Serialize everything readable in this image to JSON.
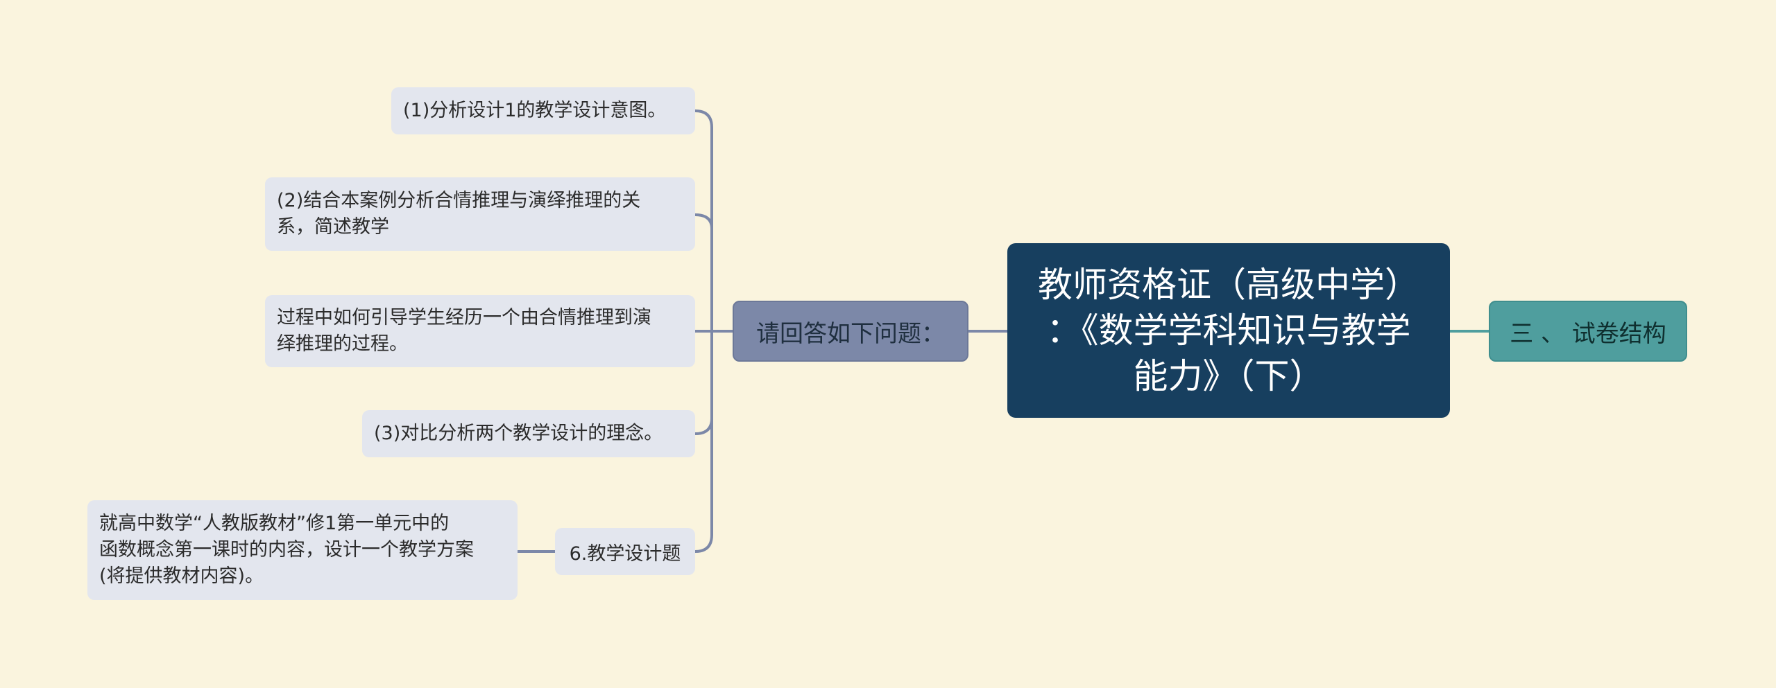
{
  "colors": {
    "background": "#faf4de",
    "root": "#173f5f",
    "branch_left": "#7c88a8",
    "branch_right": "#4f9e9e",
    "leaf": "#e3e6ee",
    "line_left": "#7c88a8",
    "line_right": "#4f9e9e"
  },
  "root": {
    "lines": [
      "教师资格证（高级中学）",
      "：《数学学科知识与教学",
      "能力》（下）"
    ]
  },
  "branch_right": {
    "label": "三 、 试卷结构"
  },
  "branch_left": {
    "label": "请回答如下问题：",
    "children": [
      {
        "lines": [
          "(1)分析设计1的教学设计意图。"
        ]
      },
      {
        "lines": [
          "(2)结合本案例分析合情推理与演绎推理的关",
          "系，简述教学"
        ]
      },
      {
        "lines": [
          "过程中如何引导学生经历一个由合情推理到演",
          "绎推理的过程。"
        ]
      },
      {
        "lines": [
          "(3)对比分析两个教学设计的理念。"
        ]
      },
      {
        "label": "6.教学设计题",
        "children": [
          {
            "lines": [
              "就高中数学“人教版教材”修1第一单元中的",
              "函数概念第一课时的内容，设计一个教学方案",
              "(将提供教材内容)。"
            ]
          }
        ]
      }
    ]
  }
}
